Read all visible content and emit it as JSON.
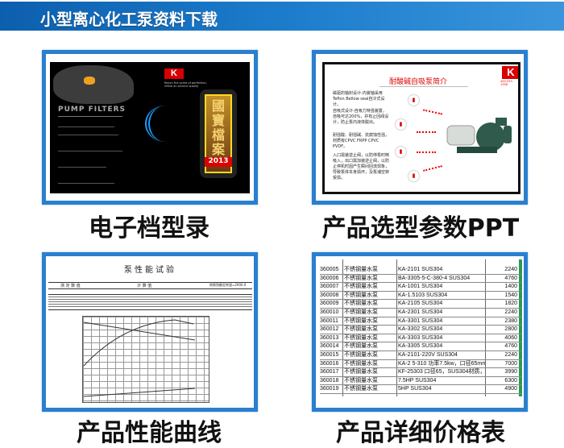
{
  "header": {
    "title": "小型离心化工泵资料下载"
  },
  "cards": [
    {
      "caption": "电子档型录",
      "content": {
        "brand": "PUMP FILTERS",
        "logo": "K",
        "year": "2013",
        "badge": "國寶檔案",
        "tagline": "Reach the acme of perfection, refine an service quality"
      }
    },
    {
      "caption": "产品选型参数PPT",
      "content": {
        "title": "耐酸碱自吸泵简介",
        "logo": "K",
        "phone": "400-033-1358",
        "paragraphs": [
          "磁驱的轴封设计-内装轴采用Teflon Bellow seal自冷式设计。",
          "自吸式设计-自吸力特强装置，自吸可达200%，并有止回阀设计，防止泵内液体脱出。",
          "耐强酸、耐强碱、抗腐蚀性强，材质有CPVC FRPP CPVC PVDF。",
          "入口需装逆止阀，以防停泵时倒吸入，出口需加装逆止阀，以防止停机时因产生瞬间回流现象，导致泵体本身损坏，及泵浦空转受损。"
        ]
      }
    },
    {
      "caption": "产品性能曲线",
      "content": {
        "title": "泵性能试验",
        "headers": [
          "测 定 数 值",
          "计 算 值",
          "转换到额定转速=2900.0"
        ]
      }
    },
    {
      "caption": "产品详细价格表",
      "content": {
        "rows": [
          [
            "360005",
            "不锈钢量水泵",
            "KA-2101 SUS304",
            "2240"
          ],
          [
            "360006",
            "不锈钢量水泵",
            "BA-3305-5-C-380-4 SUS304",
            "4760"
          ],
          [
            "360007",
            "不锈钢量水泵",
            "KA-1001 SUS304",
            "1400"
          ],
          [
            "360008",
            "不锈钢量水泵",
            "KA-1.5103 SUS304",
            "1540"
          ],
          [
            "360009",
            "不锈钢量水泵",
            "KA-2105 SUS304",
            "1820"
          ],
          [
            "360010",
            "不锈钢量水泵",
            "KA-2301 SUS304",
            "2240"
          ],
          [
            "360011",
            "不锈钢量水泵",
            "KA-3301 SUS304",
            "2380"
          ],
          [
            "360012",
            "不锈钢量水泵",
            "KA-3302 SUS304",
            "2800"
          ],
          [
            "360013",
            "不锈钢量水泵",
            "KA-3303 SUS304",
            "4060"
          ],
          [
            "360014",
            "不锈钢量水泵",
            "KA-3305 SUS304",
            "4760"
          ],
          [
            "360015",
            "不锈钢量水泵",
            "KA-2101-220V SUS304",
            "2240"
          ],
          [
            "360016",
            "不锈钢量水泵",
            "KA-2 5-310  功率7.5kw，口径65mm",
            "7000"
          ],
          [
            "360017",
            "不锈钢量水泵",
            "KF-25303  口径65，SUS304材质，",
            "3990"
          ],
          [
            "360018",
            "不锈钢量水泵",
            "7.5HP  SUS304",
            "6300"
          ],
          [
            "360019",
            "不锈钢量水泵",
            "5HP SUS304",
            "4900"
          ]
        ]
      }
    }
  ],
  "colors": {
    "header": "#1c7ccc",
    "frame": "#2a7fcf",
    "price_bar": "#2a9a50",
    "logo": "#d80000"
  }
}
